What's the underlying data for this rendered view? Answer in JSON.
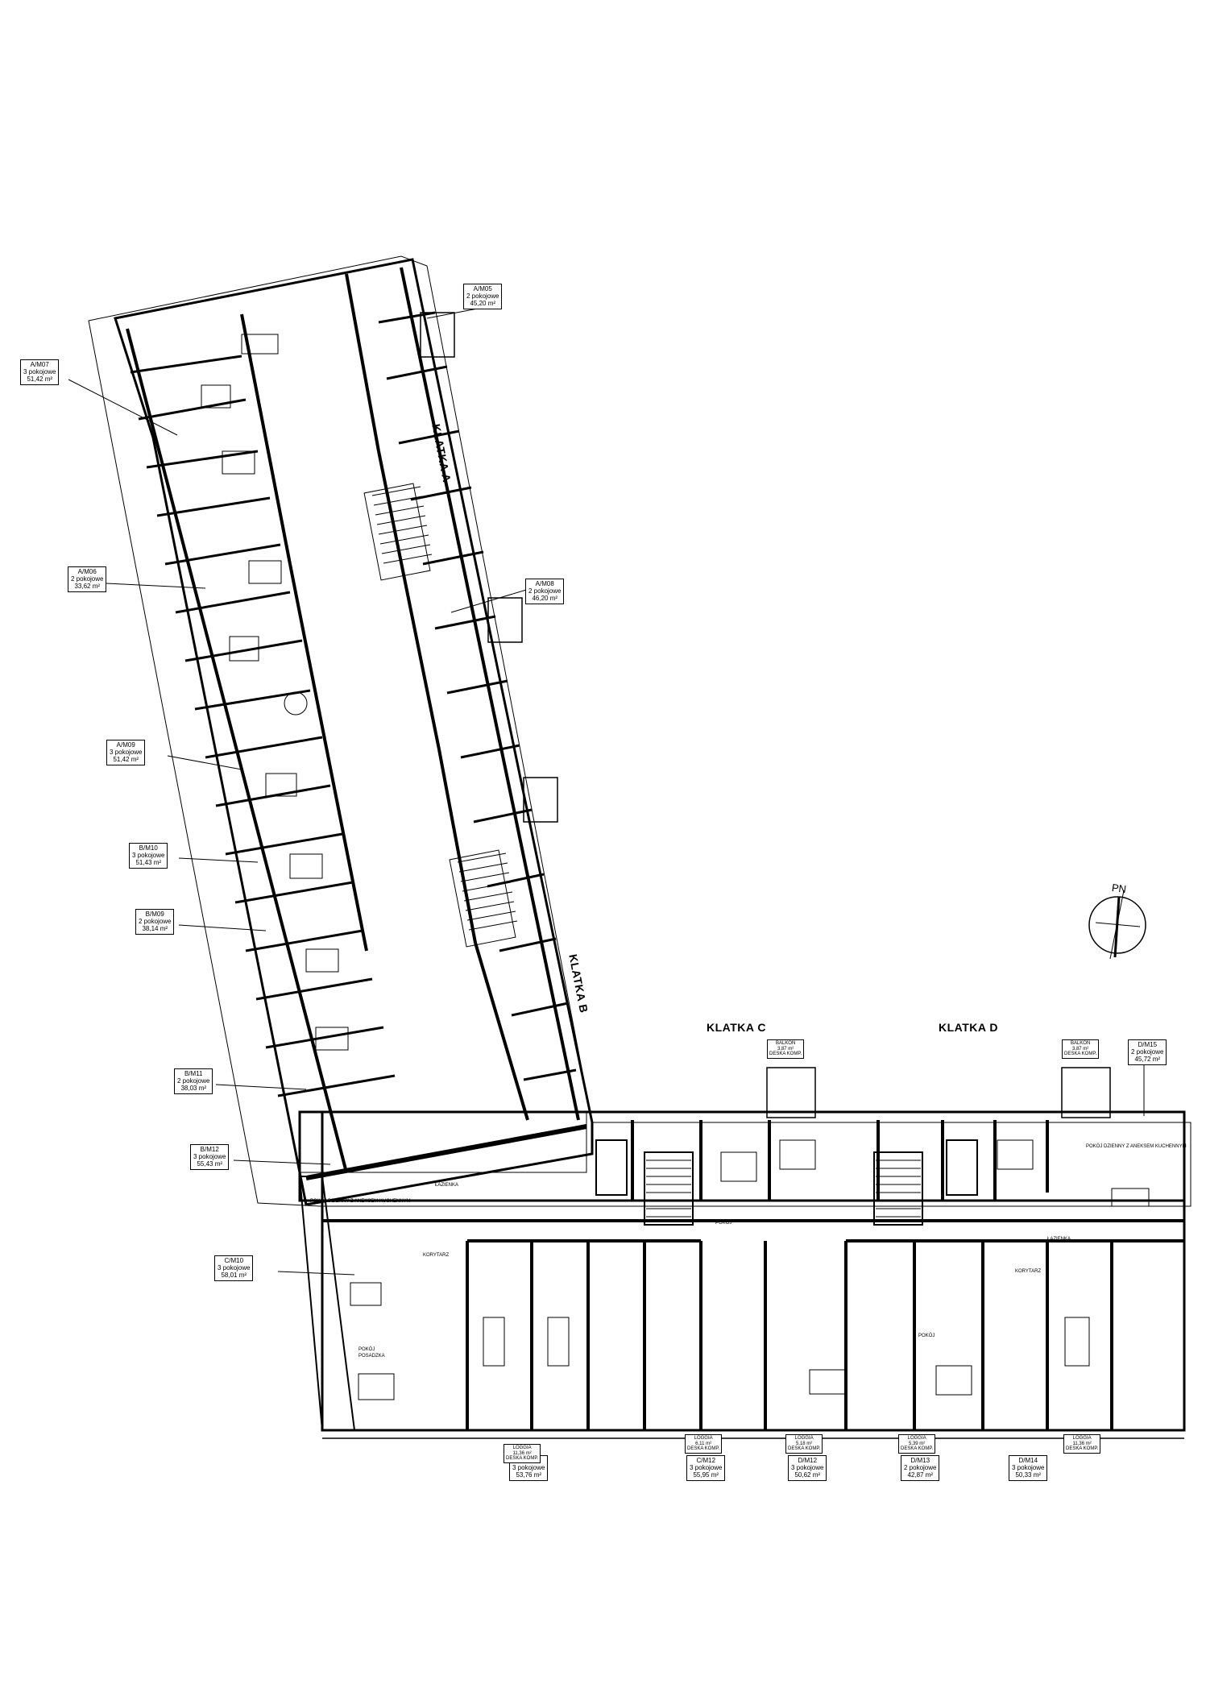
{
  "stairwells": {
    "a": "KLATKA A",
    "b": "KLATKA B",
    "c": "KLATKA C",
    "d": "KLATKA D"
  },
  "north_arrow": {
    "label": "PN"
  },
  "apartments": {
    "am07": {
      "id": "A/M07",
      "rooms": "3 pokojowe",
      "area": "51,42 m²"
    },
    "am05": {
      "id": "A/M05",
      "rooms": "2 pokojowe",
      "area": "45,20 m²"
    },
    "am06": {
      "id": "A/M06",
      "rooms": "2 pokojowe",
      "area": "33,62 m²"
    },
    "am08": {
      "id": "A/M08",
      "rooms": "2 pokojowe",
      "area": "46,20 m²"
    },
    "am09": {
      "id": "A/M09",
      "rooms": "3 pokojowe",
      "area": "51,42 m²"
    },
    "bm10": {
      "id": "B/M10",
      "rooms": "3 pokojowe",
      "area": "51,43 m²"
    },
    "bm09": {
      "id": "B/M09",
      "rooms": "2 pokojowe",
      "area": "38,14 m²"
    },
    "bm11": {
      "id": "B/M11",
      "rooms": "2 pokojowe",
      "area": "38,03 m²"
    },
    "bm12": {
      "id": "B/M12",
      "rooms": "3 pokojowe",
      "area": "55,43 m²"
    },
    "cm10": {
      "id": "C/M10",
      "rooms": "3 pokojowe",
      "area": "58,01 m²"
    },
    "cm11": {
      "id": "C/M11",
      "rooms": "3 pokojowe",
      "area": "53,76 m²"
    },
    "cm12": {
      "id": "C/M12",
      "rooms": "3 pokojowe",
      "area": "55,95 m²"
    },
    "dm12": {
      "id": "D/M12",
      "rooms": "3 pokojowe",
      "area": "50,62 m²"
    },
    "dm13": {
      "id": "D/M13",
      "rooms": "2 pokojowe",
      "area": "42,87 m²"
    },
    "dm14": {
      "id": "D/M14",
      "rooms": "3 pokojowe",
      "area": "50,33 m²"
    },
    "dm15": {
      "id": "D/M15",
      "rooms": "2 pokojowe",
      "area": "45,72 m²"
    }
  },
  "outdoor": {
    "loggia_label": "LOGGIA",
    "balkon_label": "BALKON",
    "floor_label": "DESKA KOMP.",
    "loggia_c1": "11,36 m²",
    "loggia_c2": "6,11 m²",
    "loggia_d1": "5,18 m²",
    "loggia_d2": "5,39 m²",
    "loggia_d3": "11,36 m²",
    "balkon_c": "3,87 m²",
    "balkon_d": "3,87 m²"
  },
  "room_labels": {
    "pokoj": "POKÓJ",
    "salon": "POKÓJ DZIENNY Z ANEKSEM KUCHENNYM",
    "lazienka": "ŁAZIENKA",
    "korytarz": "KORYTARZ",
    "floor": "POSADZKA"
  }
}
